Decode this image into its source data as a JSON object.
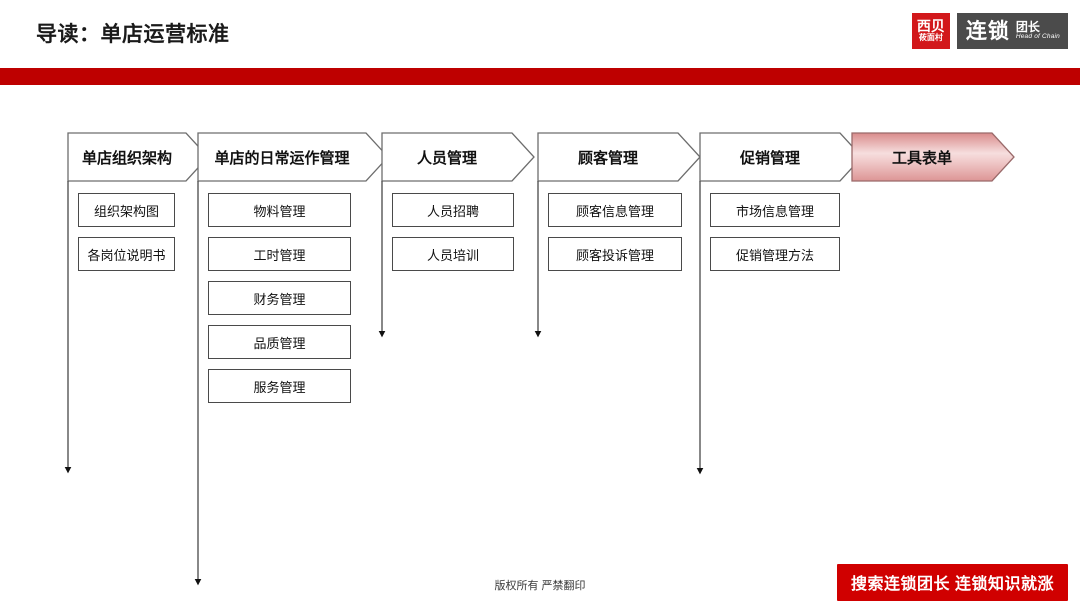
{
  "header": {
    "title": "导读：单店运营标准",
    "band_color": "#be0000"
  },
  "logo": {
    "brand_cn_top": "西贝",
    "brand_cn_bottom": "莜面村",
    "brand_box_color": "#d2181b",
    "chain_main": "连锁",
    "chain_side_cn": "团长",
    "chain_side_en": "Head of Chain",
    "chain_box_color": "#4b4b4b"
  },
  "flow": {
    "highlight_color": "#e8a0a0",
    "columns": [
      {
        "title": "单店组织架构",
        "highlighted": false,
        "items": [
          "组织架构图",
          "各岗位说明书"
        ],
        "arrow_end": 477
      },
      {
        "title": "单店的日常运作管理",
        "highlighted": false,
        "items": [
          "物料管理",
          "工时管理",
          "财务管理",
          "品质管理",
          "服务管理"
        ],
        "arrow_end": 589
      },
      {
        "title": "人员管理",
        "highlighted": false,
        "items": [
          "人员招聘",
          "人员培训"
        ],
        "arrow_end": 341
      },
      {
        "title": "顾客管理",
        "highlighted": false,
        "items": [
          "顾客信息管理",
          "顾客投诉管理"
        ],
        "arrow_end": 341
      },
      {
        "title": "促销管理",
        "highlighted": false,
        "items": [
          "市场信息管理",
          "促销管理方法"
        ],
        "arrow_end": 478
      },
      {
        "title": "工具表单",
        "highlighted": true,
        "items": [],
        "arrow_end": 0
      }
    ]
  },
  "footer": {
    "copyright": "版权所有 严禁翻印",
    "promo": "搜索连锁团长 连锁知识就涨",
    "promo_color": "#d00000"
  }
}
